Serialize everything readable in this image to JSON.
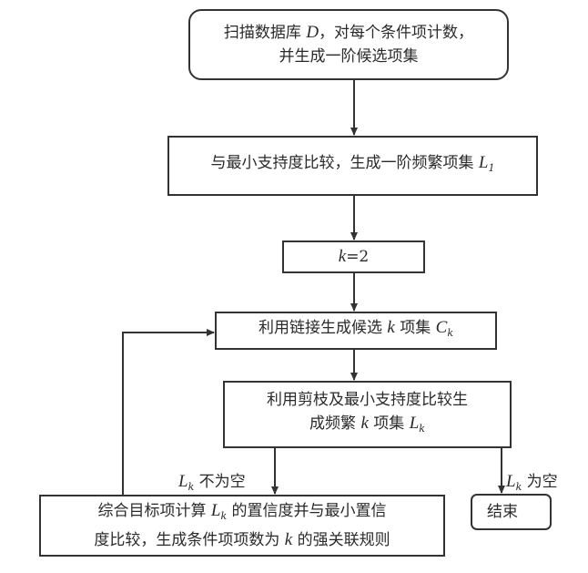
{
  "diagram": {
    "type": "flowchart",
    "title": "Apriori association rule mining flow",
    "nodes": {
      "scan": {
        "line1_a": "扫描数据库 ",
        "line1_var": "D",
        "line1_b": "，对每个条件项计数，",
        "line2": "并生成一阶候选项集"
      },
      "l1": {
        "text": "与最小支持度比较，生成一阶频繁项集 ",
        "var": "L",
        "sub": "1"
      },
      "k2": {
        "var": "k",
        "text": "=2"
      },
      "ck": {
        "text_a": "利用链接生成候选 ",
        "var_k": "k",
        "text_b": " 项集 ",
        "var": "C",
        "sub": "k"
      },
      "lk": {
        "line1": "利用剪枝及最小支持度比较生",
        "line2_a": "成频繁 ",
        "var_k": "k",
        "line2_b": " 项集 ",
        "var": "L",
        "sub": "k"
      },
      "rules": {
        "line1_a": "综合目标项计算 ",
        "var": "L",
        "sub": "k",
        "line1_b": " 的置信度并与最小置信",
        "line2_a": "度比较，生成条件项项数为 ",
        "var_k": "k",
        "line2_b": " 的强关联规则"
      },
      "end": {
        "text": "结束"
      }
    },
    "edge_labels": {
      "not_empty": {
        "var": "L",
        "sub": "k",
        "text": " 不为空"
      },
      "empty": {
        "var": "L",
        "sub": "k",
        "text": " 为空"
      }
    },
    "edges": [
      {
        "from": "scan",
        "to": "l1"
      },
      {
        "from": "l1",
        "to": "k2"
      },
      {
        "from": "k2",
        "to": "ck"
      },
      {
        "from": "ck",
        "to": "lk"
      },
      {
        "from": "lk",
        "to": "rules",
        "label": "not_empty"
      },
      {
        "from": "lk",
        "to": "end",
        "label": "empty"
      },
      {
        "from": "rules",
        "to": "ck",
        "type": "loop"
      }
    ],
    "colors": {
      "stroke": "#333333",
      "text": "#2a2a2a",
      "background": "#ffffff"
    }
  }
}
